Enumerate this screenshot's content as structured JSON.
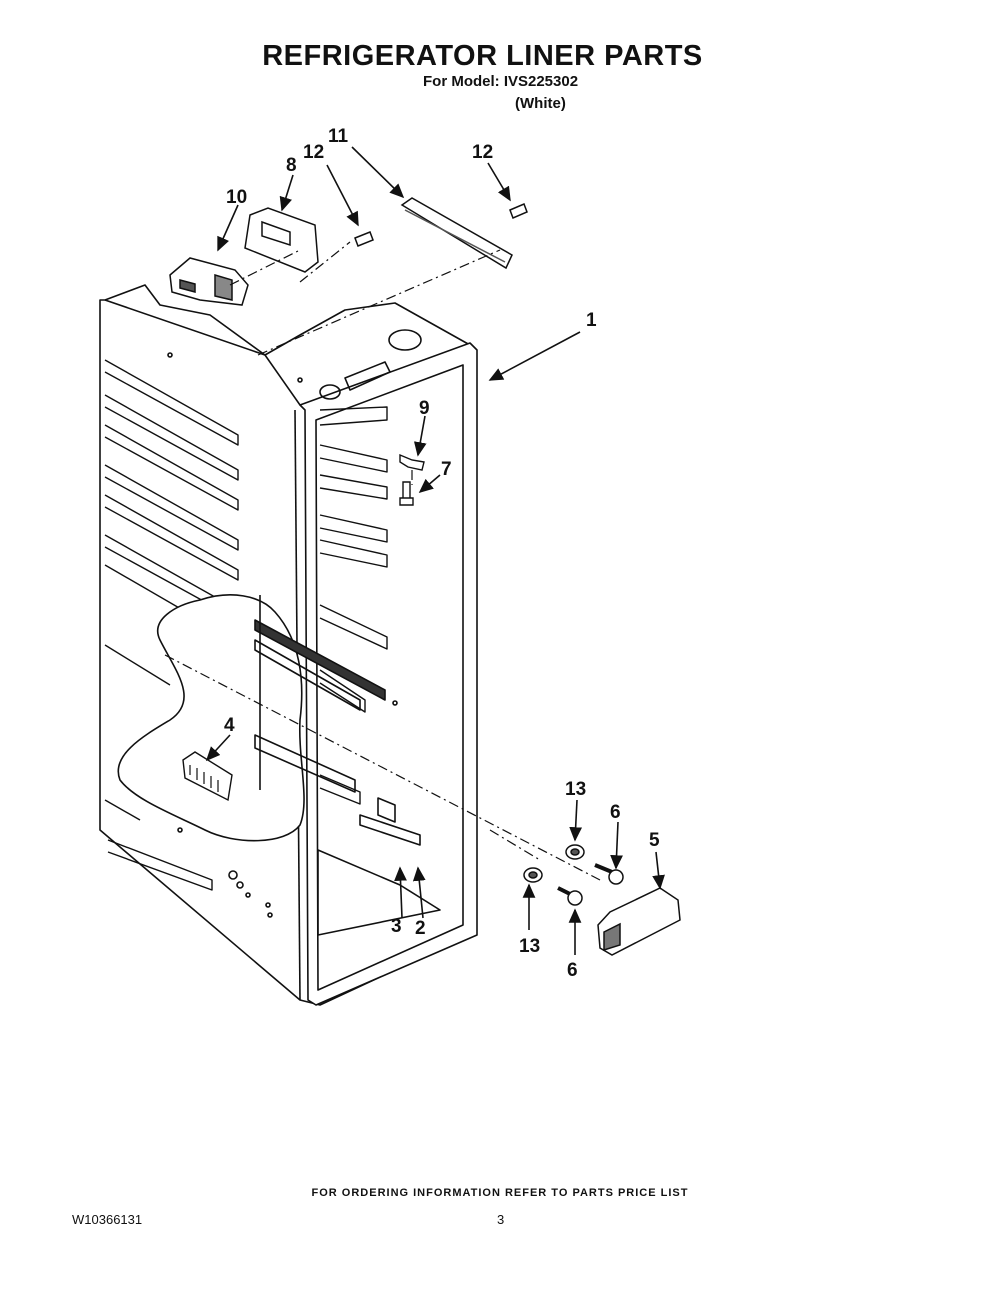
{
  "header": {
    "title": "REFRIGERATOR LINER PARTS",
    "model_line": "For Model: IVS225302",
    "variant": "(White)"
  },
  "callouts": {
    "c1": "1",
    "c2": "2",
    "c3": "3",
    "c4": "4",
    "c5": "5",
    "c6a": "6",
    "c6b": "6",
    "c7": "7",
    "c8": "8",
    "c9": "9",
    "c10": "10",
    "c11": "11",
    "c12a": "12",
    "c12b": "12",
    "c13a": "13",
    "c13b": "13"
  },
  "footer": {
    "note": "FOR ORDERING INFORMATION REFER TO PARTS PRICE LIST",
    "doc_number": "W10366131",
    "page_number": "3"
  }
}
